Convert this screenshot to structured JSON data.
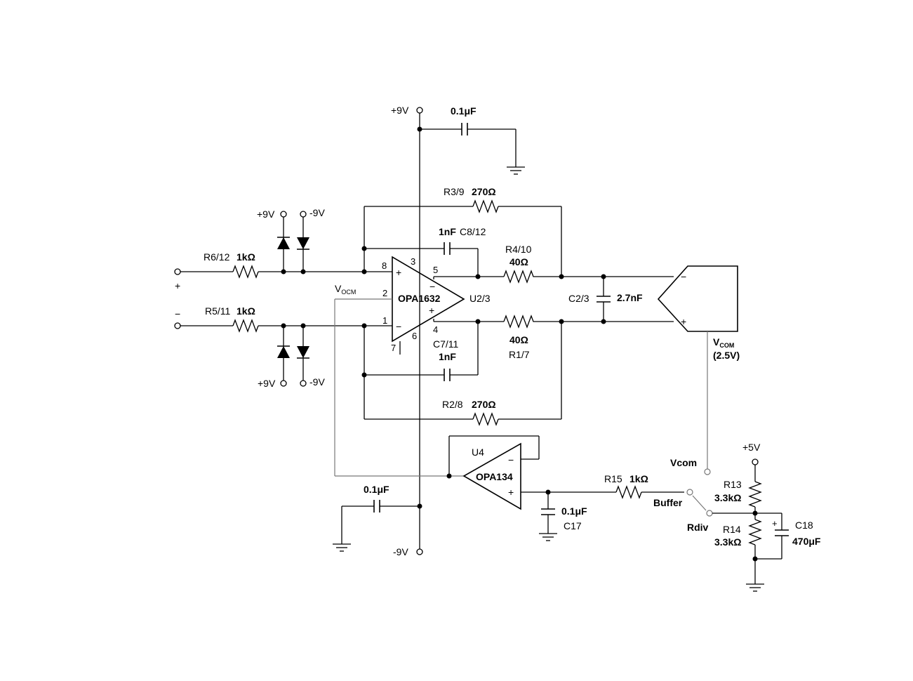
{
  "supplies": {
    "pos9_top": "+9V",
    "neg9_bottom": "-9V",
    "d_top_pos": "+9V",
    "d_top_neg": "-9V",
    "d_bot_pos": "+9V",
    "d_bot_neg": "-9V",
    "pos5": "+5V"
  },
  "inputs": {
    "plus": "+",
    "minus": "−"
  },
  "caps": {
    "top_bypass": "0.1μF",
    "bot_bypass": "0.1μF",
    "c8_value": "1nF",
    "c8_name": "C8/12",
    "c7_name": "C7/11",
    "c7_value": "1nF",
    "c2_name": "C2/3",
    "c2_value": "2.7nF",
    "c17_value": "0.1μF",
    "c17_name": "C17",
    "c18_name": "C18",
    "c18_value": "470μF"
  },
  "resistors": {
    "r3_name": "R3/9",
    "r3_value": "270Ω",
    "r2_name": "R2/8",
    "r2_value": "270Ω",
    "r6_name": "R6/12",
    "r6_value": "1kΩ",
    "r5_name": "R5/11",
    "r5_value": "1kΩ",
    "r4_name": "R4/10",
    "r4_value": "40Ω",
    "r1_value": "40Ω",
    "r1_name": "R1/7",
    "r15_name": "R15",
    "r15_value": "1kΩ",
    "r13_name": "R13",
    "r13_value": "3.3kΩ",
    "r14_name": "R14",
    "r14_value": "3.3kΩ"
  },
  "u1": {
    "part": "OPA1632",
    "ref": "U2/3",
    "pin8": "8",
    "pin3": "3",
    "pin2": "2",
    "pin1": "1",
    "pin7": "7",
    "pin6": "6",
    "pin5": "5",
    "pin4": "4",
    "vocm_main": "V",
    "vocm_sub": "OCM"
  },
  "u4": {
    "ref": "U4",
    "part": "OPA134"
  },
  "adc": {
    "minus": "−",
    "plus": "+",
    "vcom_main": "V",
    "vcom_sub": "COM",
    "vcom_value": "(2.5V)"
  },
  "switch": {
    "vcom": "Vcom",
    "buffer": "Buffer",
    "rdiv": "Rdiv"
  }
}
